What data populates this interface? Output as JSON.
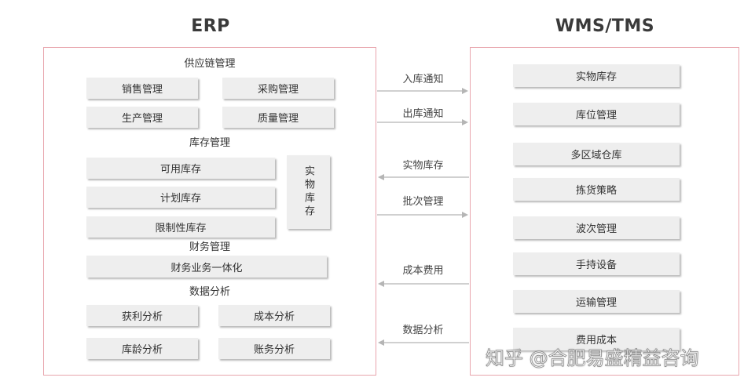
{
  "erp": {
    "title": "ERP",
    "supply_chain": {
      "heading": "供应链管理",
      "items": [
        "销售管理",
        "采购管理",
        "生产管理",
        "质量管理"
      ]
    },
    "inventory": {
      "heading": "库存管理",
      "items": [
        "可用库存",
        "计划库存",
        "限制性库存"
      ],
      "physical": "实物库存"
    },
    "finance": {
      "heading": "财务管理",
      "items": [
        "财务业务一体化"
      ]
    },
    "analytics": {
      "heading": "数据分析",
      "items": [
        "获利分析",
        "成本分析",
        "库龄分析",
        "账务分析"
      ]
    }
  },
  "wms": {
    "title": "WMS/TMS",
    "items": [
      "实物库存",
      "库位管理",
      "多区域仓库",
      "拣货策略",
      "波次管理",
      "手持设备",
      "运输管理",
      "费用成本"
    ]
  },
  "flows": [
    {
      "label": "入库通知",
      "direction": "to-wms"
    },
    {
      "label": "出库通知",
      "direction": "to-wms"
    },
    {
      "label": "实物库存",
      "direction": "to-erp"
    },
    {
      "label": "批次管理",
      "direction": "to-wms"
    },
    {
      "label": "成本费用",
      "direction": "to-erp"
    },
    {
      "label": "数据分析",
      "direction": "to-erp"
    }
  ],
  "watermark": "知乎 @合肥易盛精益咨询",
  "colors": {
    "panel_border": "#e8a5ad",
    "button_bg": "#eeeeee",
    "arrow": "#b5b5b5",
    "text": "#333333"
  }
}
